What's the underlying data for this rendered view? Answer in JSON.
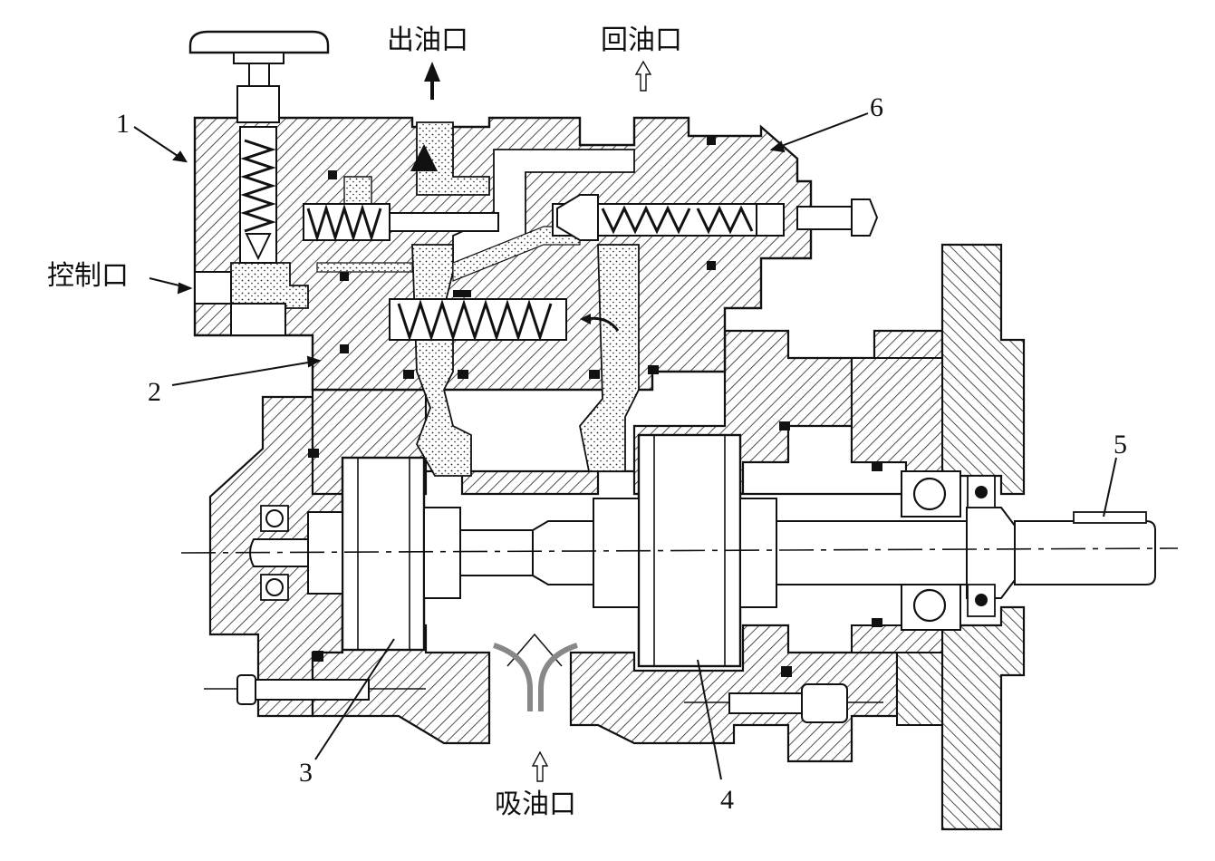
{
  "labels": {
    "outlet": "出油口",
    "return": "回油口",
    "control": "控制口",
    "suction": "吸油口",
    "n1": "1",
    "n2": "2",
    "n3": "3",
    "n4": "4",
    "n5": "5",
    "n6": "6"
  },
  "colors": {
    "ink": "#111111",
    "hatch": "#222222",
    "paper": "#ffffff"
  }
}
